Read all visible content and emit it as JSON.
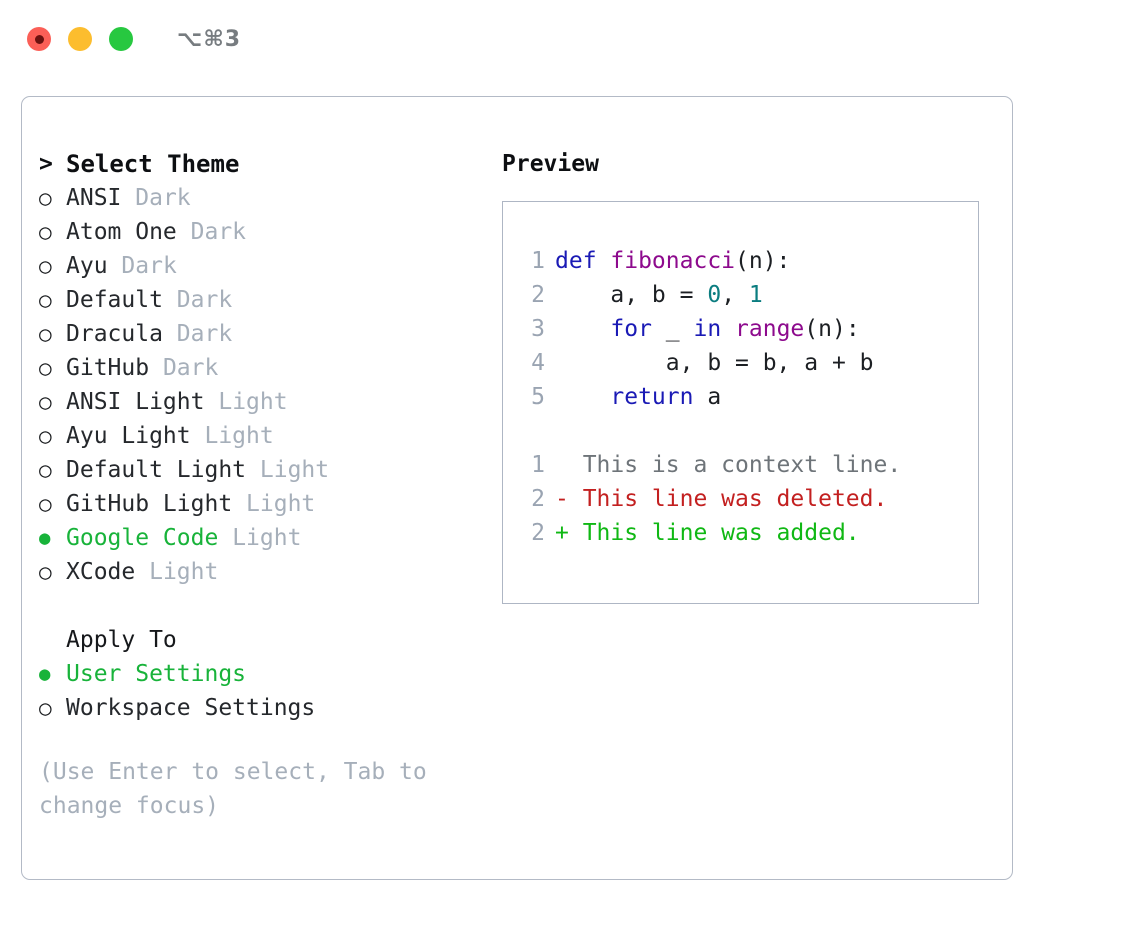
{
  "titlebar": {
    "lights": [
      {
        "name": "close",
        "color": "#fb5f57"
      },
      {
        "name": "minimize",
        "color": "#fcbd2e"
      },
      {
        "name": "maximize",
        "color": "#27c840"
      }
    ],
    "shortcut": "⌥⌘3"
  },
  "theme_list": {
    "header_marker": ">",
    "header": "Select Theme",
    "items": [
      {
        "marker": "○",
        "selected": false,
        "name": "ANSI",
        "kind": "Dark"
      },
      {
        "marker": "○",
        "selected": false,
        "name": "Atom One",
        "kind": "Dark"
      },
      {
        "marker": "○",
        "selected": false,
        "name": "Ayu",
        "kind": "Dark"
      },
      {
        "marker": "○",
        "selected": false,
        "name": "Default",
        "kind": "Dark"
      },
      {
        "marker": "○",
        "selected": false,
        "name": "Dracula",
        "kind": "Dark"
      },
      {
        "marker": "○",
        "selected": false,
        "name": "GitHub",
        "kind": "Dark"
      },
      {
        "marker": "○",
        "selected": false,
        "name": "ANSI Light",
        "kind": "Light"
      },
      {
        "marker": "○",
        "selected": false,
        "name": "Ayu Light",
        "kind": "Light"
      },
      {
        "marker": "○",
        "selected": false,
        "name": "Default Light",
        "kind": "Light"
      },
      {
        "marker": "○",
        "selected": false,
        "name": "GitHub Light",
        "kind": "Light"
      },
      {
        "marker": "●",
        "selected": true,
        "name": "Google Code",
        "kind": "Light"
      },
      {
        "marker": "○",
        "selected": false,
        "name": "XCode",
        "kind": "Light"
      }
    ]
  },
  "apply_to": {
    "title": "Apply To",
    "items": [
      {
        "marker": "●",
        "selected": true,
        "name": "User Settings"
      },
      {
        "marker": "○",
        "selected": false,
        "name": "Workspace Settings"
      }
    ]
  },
  "hint": "(Use Enter to select, Tab to change focus)",
  "preview": {
    "title": "Preview",
    "code_lines": [
      {
        "num": "1",
        "tokens": [
          {
            "t": "def ",
            "c": "tok-kw"
          },
          {
            "t": "fibonacci",
            "c": "tok-fn"
          },
          {
            "t": "(n):",
            "c": "tok-plain"
          }
        ]
      },
      {
        "num": "2",
        "tokens": [
          {
            "t": "    a, b = ",
            "c": "tok-plain"
          },
          {
            "t": "0",
            "c": "tok-num"
          },
          {
            "t": ", ",
            "c": "tok-plain"
          },
          {
            "t": "1",
            "c": "tok-num"
          }
        ]
      },
      {
        "num": "3",
        "tokens": [
          {
            "t": "    ",
            "c": "tok-plain"
          },
          {
            "t": "for",
            "c": "tok-kw"
          },
          {
            "t": " _ ",
            "c": "tok-plain"
          },
          {
            "t": "in",
            "c": "tok-kw"
          },
          {
            "t": " ",
            "c": "tok-plain"
          },
          {
            "t": "range",
            "c": "tok-fn"
          },
          {
            "t": "(n):",
            "c": "tok-plain"
          }
        ]
      },
      {
        "num": "4",
        "tokens": [
          {
            "t": "        a, b = b, a + b",
            "c": "tok-plain"
          }
        ]
      },
      {
        "num": "5",
        "tokens": [
          {
            "t": "    ",
            "c": "tok-plain"
          },
          {
            "t": "return",
            "c": "tok-kw"
          },
          {
            "t": " a",
            "c": "tok-plain"
          }
        ]
      }
    ],
    "diff_lines": [
      {
        "num": "1",
        "tokens": [
          {
            "t": "  This is a context line.",
            "c": "tok-ctx"
          }
        ]
      },
      {
        "num": "2",
        "tokens": [
          {
            "t": "- This line was deleted.",
            "c": "tok-del"
          }
        ]
      },
      {
        "num": "2",
        "tokens": [
          {
            "t": "+ This line was added.",
            "c": "tok-add"
          }
        ]
      }
    ]
  },
  "colors": {
    "accent_green": "#18b33a",
    "muted": "#a6afba",
    "border": "#b3bac6",
    "keyword": "#1a1ab5",
    "function": "#8d0a8d",
    "number": "#0b7d80",
    "diff_deleted": "#c32020",
    "diff_added": "#10b814"
  }
}
